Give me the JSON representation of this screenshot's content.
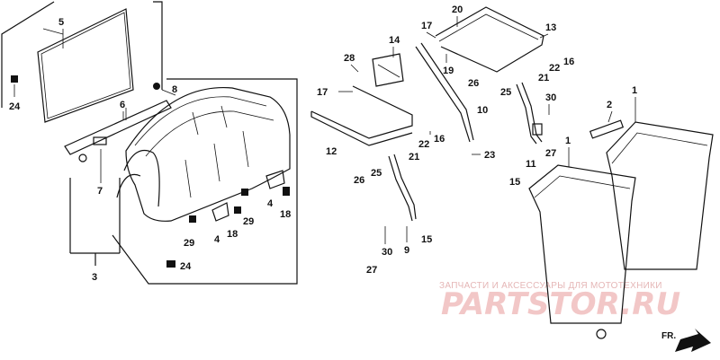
{
  "labels": {
    "p1a": "1",
    "p1b": "1",
    "p2": "2",
    "p3": "3",
    "p4a": "4",
    "p4b": "4",
    "p5": "5",
    "p6": "6",
    "p7": "7",
    "p8": "8",
    "p9": "9",
    "p10": "10",
    "p11": "11",
    "p12": "12",
    "p13": "13",
    "p14": "14",
    "p15a": "15",
    "p15b": "15",
    "p16a": "16",
    "p16b": "16",
    "p17a": "17",
    "p17b": "17",
    "p18a": "18",
    "p18b": "18",
    "p19": "19",
    "p20": "20",
    "p21a": "21",
    "p21b": "21",
    "p22a": "22",
    "p22b": "22",
    "p23": "23",
    "p24a": "24",
    "p24b": "24",
    "p25a": "25",
    "p25b": "25",
    "p26a": "26",
    "p26b": "26",
    "p27a": "27",
    "p27b": "27",
    "p28": "28",
    "p29a": "29",
    "p29b": "29",
    "p30a": "30",
    "p30b": "30"
  },
  "watermark": {
    "line1": "ЗАПЧАСТИ И АКСЕССУАРЫ ДЛЯ МОТОТЕХНИКИ",
    "line2": "PARTSTOR.RU"
  },
  "direction": "FR."
}
